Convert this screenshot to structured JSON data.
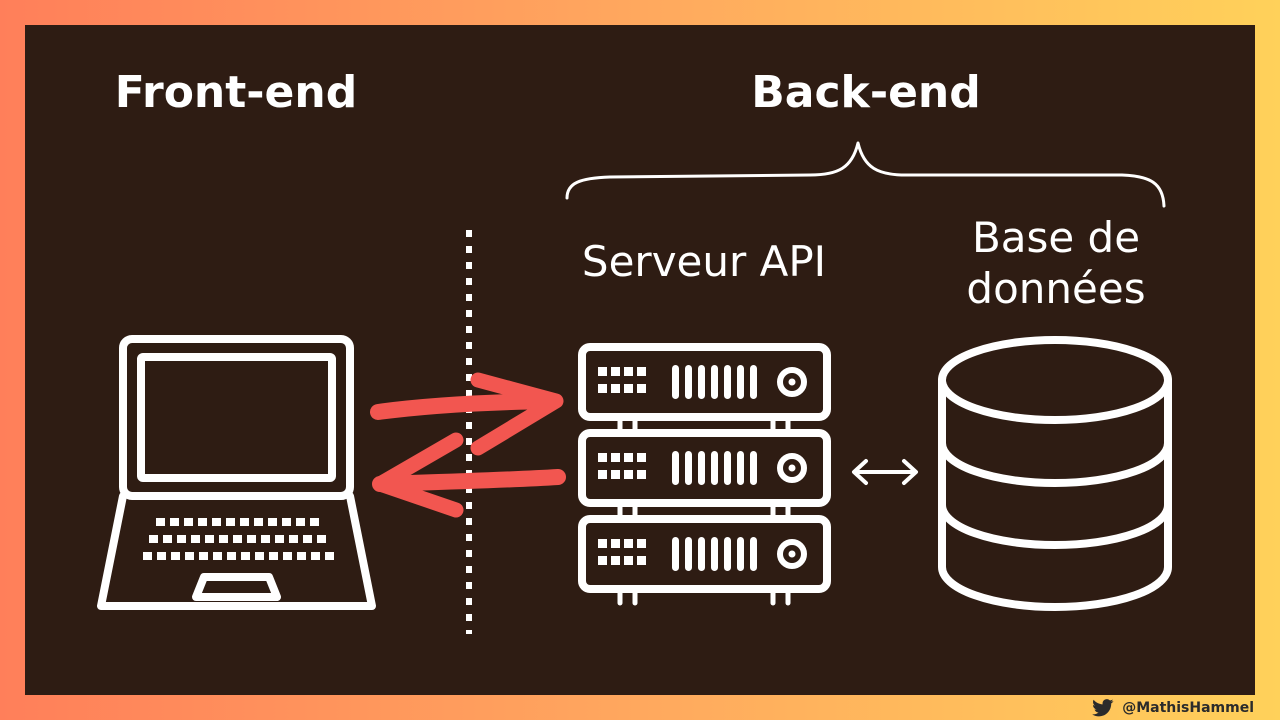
{
  "headings": {
    "frontend": "Front-end",
    "backend": "Back-end"
  },
  "labels": {
    "api_server": "Serveur API",
    "database_line1": "Base de",
    "database_line2": "données"
  },
  "credit": {
    "icon": "twitter-bird-icon",
    "handle": "@MathisHammel"
  },
  "colors": {
    "panel_background": "#2e1c13",
    "foreground": "#ffffff",
    "arrow_accent": "#f25650",
    "frame_gradient": [
      "#ff7f5a",
      "#ffa85e",
      "#ffd15a"
    ]
  }
}
